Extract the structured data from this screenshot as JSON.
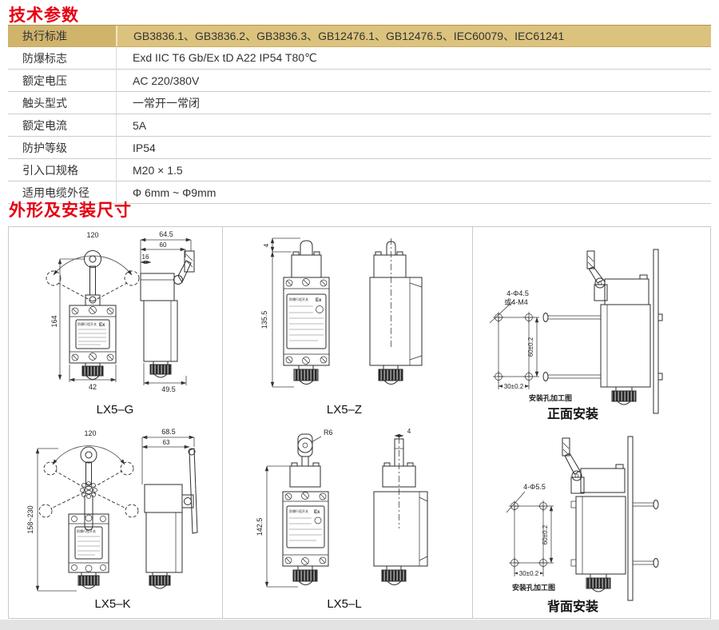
{
  "sections": {
    "specs_title": "技术参数",
    "dimensions_title": "外形及安装尺寸"
  },
  "specs_table": {
    "rows": [
      {
        "label": "执行标准",
        "value": "GB3836.1、GB3836.2、GB3836.3、GB12476.1、GB12476.5、IEC60079、IEC61241"
      },
      {
        "label": "防爆标志",
        "value": "Exd IIC T6 Gb/Ex tD A22 IP54 T80℃"
      },
      {
        "label": "额定电压",
        "value": "AC 220/380V"
      },
      {
        "label": "触头型式",
        "value": "一常开一常闭"
      },
      {
        "label": "额定电流",
        "value": "5A"
      },
      {
        "label": "防护等级",
        "value": "IP54"
      },
      {
        "label": "引入口规格",
        "value": "M20 × 1.5"
      },
      {
        "label": "适用电缆外径",
        "value": "Φ 6mm ~ Φ9mm"
      }
    ]
  },
  "colors": {
    "accent_red": "#e60012",
    "gold_label": "#d0b46c",
    "gold_value": "#dcc37d"
  },
  "nameplate": {
    "title": "防爆行程开关",
    "ex": "Ex"
  },
  "drawings": {
    "lx5g": {
      "label": "LX5–G",
      "arc": "120",
      "height": "164",
      "width": "42",
      "side_overall": "64.5",
      "side_top": "60",
      "side_offset": "16",
      "side_bottom": "49.5"
    },
    "lx5z": {
      "label": "LX5–Z",
      "plunger": "4",
      "height": "135.5"
    },
    "front_mount": {
      "label": "正面安装",
      "holes": "4-Φ4.5",
      "holes_alt": "或4-M4",
      "dim_v": "60±0.2",
      "dim_h": "30±0.2",
      "caption": "安装孔加工图"
    },
    "lx5k": {
      "label": "LX5–K",
      "arc": "120",
      "height": "158~230",
      "side_overall": "68.5",
      "side_top": "63"
    },
    "lx5l": {
      "label": "LX5–L",
      "roller": "R6",
      "height": "142.5",
      "plunger": "4"
    },
    "back_mount": {
      "label": "背面安装",
      "holes": "4-Φ5.5",
      "dim_v": "60±0.2",
      "dim_h": "30±0.2",
      "caption": "安装孔加工图"
    }
  }
}
